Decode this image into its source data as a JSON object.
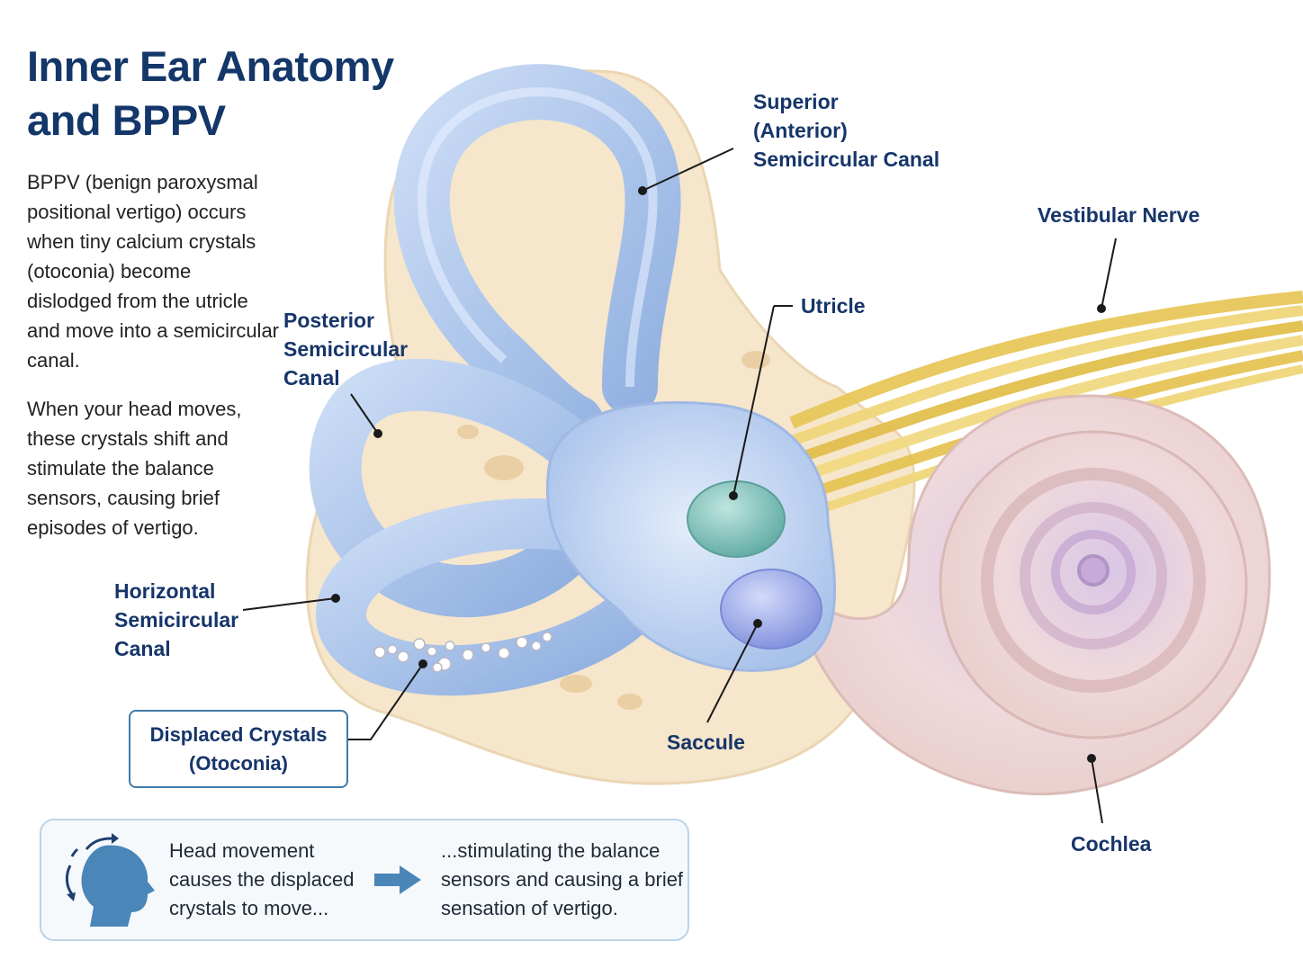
{
  "title": "Inner Ear Anatomy and BPPV",
  "paragraphs": [
    "BPPV (benign paroxysmal positional vertigo) occurs when tiny calcium crystals (otoconia) become dislodged from the utricle and move into a semicircular canal.",
    "When your head moves, these crystals shift and stimulate the balance sensors, causing brief episodes of vertigo."
  ],
  "labels": {
    "superior": [
      "Superior",
      "(Anterior)",
      "Semicircular Canal"
    ],
    "vestibular_nerve": "Vestibular Nerve",
    "utricle": "Utricle",
    "posterior": [
      "Posterior",
      "Semicircular",
      "Canal"
    ],
    "horizontal": [
      "Horizontal",
      "Semicircular",
      "Canal"
    ],
    "saccule": "Saccule",
    "cochlea": "Cochlea",
    "crystals": [
      "Displaced Crystals",
      "(Otoconia)"
    ]
  },
  "flow": {
    "step1": "Head movement causes the displaced crystals to move...",
    "step2": "...stimulating the balance sensors and causing a brief sensation of vertigo.",
    "icon": "head-movement-icon",
    "arrow_icon": "arrow-right-icon"
  },
  "colors": {
    "title": "#14376a",
    "canal": "#a9c4ea",
    "bone": "#f3dcb8",
    "nerve": "#e8c85a",
    "cochlea": "#ecd2d6",
    "utricle": "#8cc8c0",
    "saccule": "#9aa8e6",
    "accent": "#3f7aa8"
  }
}
